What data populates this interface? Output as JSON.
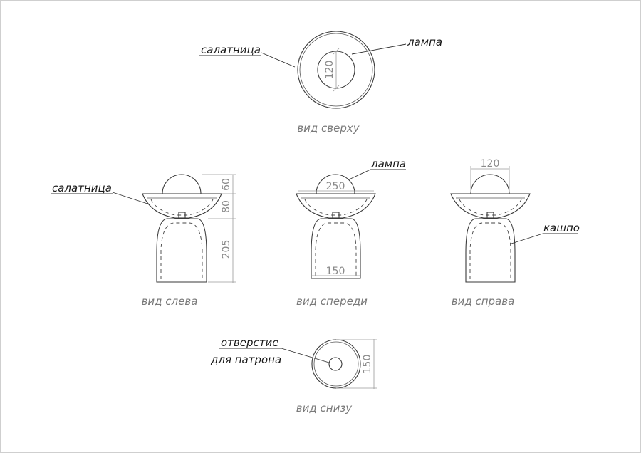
{
  "labels": {
    "bowl_top": "салатница",
    "lamp_top": "лампа",
    "bowl_left": "салатница",
    "lamp_front": "лампа",
    "pot_right": "кашпо",
    "hole_line1": "отверстие",
    "hole_line2": "для патрона"
  },
  "captions": {
    "top": "вид сверху",
    "left": "вид слева",
    "front": "вид спереди",
    "right": "вид справа",
    "bottom": "вид снизу"
  },
  "dimensions": {
    "top_lamp": "120",
    "left_lamp": "60",
    "left_bowl": "80",
    "left_pot": "205",
    "front_bowl": "250",
    "front_pot": "150",
    "right_lamp": "120",
    "bottom_pot": "150"
  }
}
